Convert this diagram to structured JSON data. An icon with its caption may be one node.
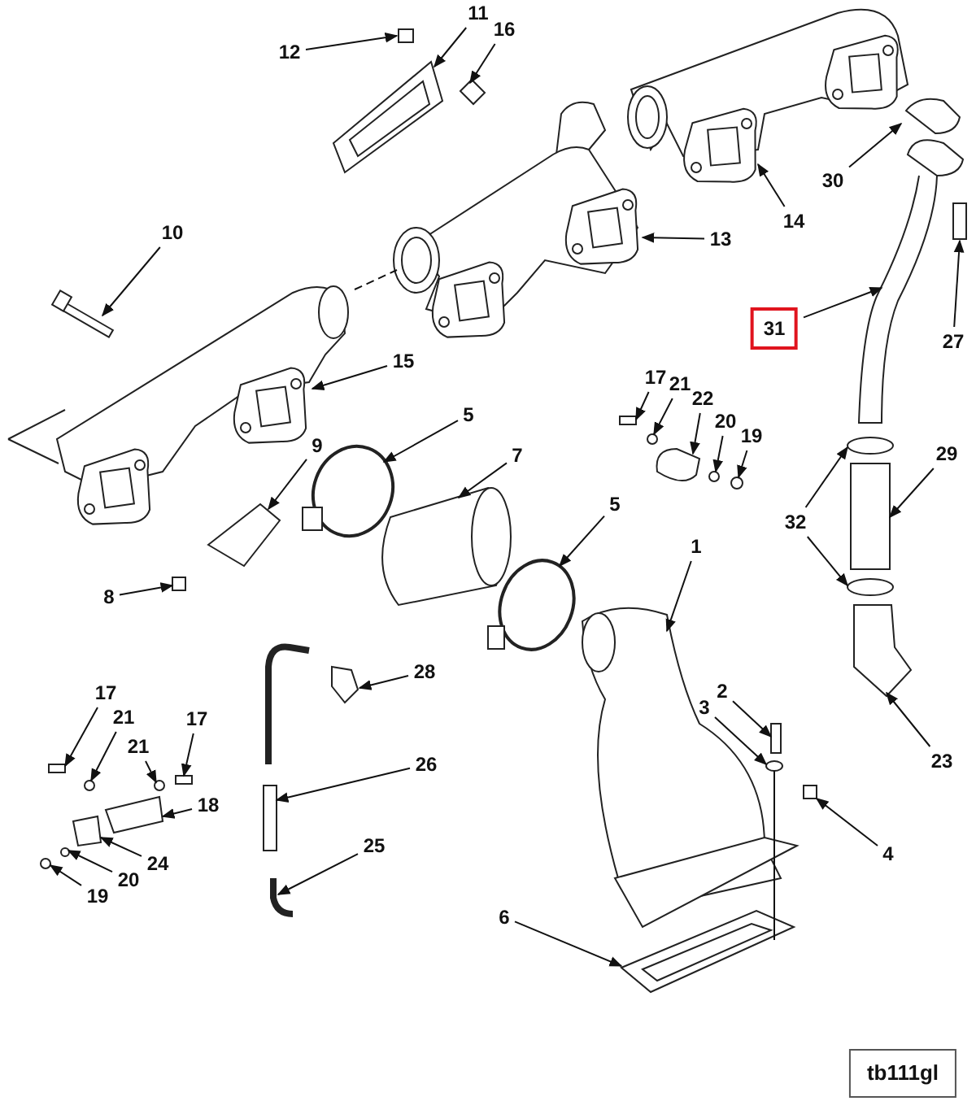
{
  "diagram": {
    "nodes": [
      {
        "text": [
          "11"
        ]
      },
      {
        "text": [
          "16"
        ]
      },
      {
        "text": [
          "12"
        ]
      },
      {
        "text": [
          "30"
        ]
      },
      {
        "text": [
          "14"
        ]
      },
      {
        "text": [
          "13"
        ]
      },
      {
        "text": [
          "10"
        ]
      },
      {
        "text": [
          "31"
        ]
      },
      {
        "text": [
          "27"
        ]
      },
      {
        "text": [
          "15"
        ]
      },
      {
        "text": [
          "17"
        ]
      },
      {
        "text": [
          "21"
        ]
      },
      {
        "text": [
          "22"
        ]
      },
      {
        "text": [
          "20"
        ]
      },
      {
        "text": [
          "19"
        ]
      },
      {
        "text": [
          "5"
        ]
      },
      {
        "text": [
          "9"
        ]
      },
      {
        "text": [
          "29"
        ]
      },
      {
        "text": [
          "7"
        ]
      },
      {
        "text": [
          "32"
        ]
      },
      {
        "text": [
          "5"
        ]
      },
      {
        "text": [
          "1"
        ]
      },
      {
        "text": [
          "8"
        ]
      },
      {
        "text": [
          "28"
        ]
      },
      {
        "text": [
          "17"
        ]
      },
      {
        "text": [
          "21"
        ]
      },
      {
        "text": [
          "17"
        ]
      },
      {
        "text": [
          "21"
        ]
      },
      {
        "text": [
          "2"
        ]
      },
      {
        "text": [
          "18"
        ]
      },
      {
        "text": [
          "3"
        ]
      },
      {
        "text": [
          "26"
        ]
      },
      {
        "text": [
          "4"
        ]
      },
      {
        "text": [
          "23"
        ]
      },
      {
        "text": [
          "24"
        ]
      },
      {
        "text": [
          "20"
        ]
      },
      {
        "text": [
          "19"
        ]
      },
      {
        "text": [
          "25"
        ]
      },
      {
        "text": [
          "6"
        ]
      },
      {
        "text": [
          "tb111gl"
        ]
      },
      {
        "text": [],
        "shape": "box"
      },
      {
        "text": [],
        "shape": "picture"
      },
      {
        "text": [],
        "shape": "picture"
      },
      {
        "text": [],
        "shape": "picture"
      },
      {
        "text": [],
        "shape": "picture"
      },
      {
        "text": [],
        "shape": "picture"
      },
      {
        "text": [],
        "shape": "box"
      },
      {
        "text": [],
        "shape": "picture"
      },
      {
        "text": [],
        "shape": "box"
      },
      {
        "text": [],
        "shape": "picture"
      },
      {
        "text": [],
        "shape": "box"
      },
      {
        "text": [],
        "shape": "circle"
      },
      {
        "text": [],
        "shape": "picture"
      },
      {
        "text": [],
        "shape": "circle"
      },
      {
        "text": [],
        "shape": "circle"
      },
      {
        "text": [],
        "shape": "circle"
      },
      {
        "text": [],
        "shape": "picture"
      },
      {
        "text": [],
        "shape": "box"
      },
      {
        "text": [],
        "shape": "picture"
      },
      {
        "text": [],
        "shape": "circle"
      },
      {
        "text": [],
        "shape": "circle"
      },
      {
        "text": [],
        "shape": "circle"
      },
      {
        "text": [],
        "shape": "picture"
      },
      {
        "text": [],
        "shape": "box"
      },
      {
        "text": [],
        "shape": "picture"
      },
      {
        "text": [],
        "shape": "box"
      },
      {
        "text": [],
        "shape": "circle"
      },
      {
        "text": [],
        "shape": "box"
      },
      {
        "text": [],
        "shape": "circle"
      },
      {
        "text": [],
        "shape": "box"
      },
      {
        "text": [],
        "shape": "picture"
      },
      {
        "text": [],
        "shape": "circle"
      },
      {
        "text": [],
        "shape": "picture"
      },
      {
        "text": [],
        "shape": "box"
      },
      {
        "text": [],
        "shape": "picture"
      },
      {
        "text": [],
        "shape": "box"
      },
      {
        "text": [],
        "shape": "circle"
      },
      {
        "text": [],
        "shape": "circle"
      },
      {
        "text": [],
        "shape": "picture"
      },
      {
        "text": [],
        "shape": "picture"
      },
      {
        "text": [],
        "shape": "picture"
      }
    ],
    "edges": [
      {
        "from": 0,
        "to": 41,
        "arrow": "to"
      },
      {
        "from": 1,
        "to": 42,
        "arrow": "to"
      },
      {
        "from": 2,
        "to": 40,
        "arrow": "to"
      },
      {
        "from": 3,
        "to": 44,
        "arrow": "to"
      },
      {
        "from": 4,
        "to": 43,
        "arrow": "to"
      },
      {
        "from": 5,
        "to": 47,
        "arrow": "to"
      },
      {
        "from": 6,
        "to": 48,
        "arrow": "to"
      },
      {
        "from": 7,
        "to": 45,
        "arrow": "to"
      },
      {
        "from": 8,
        "to": 46,
        "arrow": "to"
      },
      {
        "from": 9,
        "to": 49,
        "arrow": "to"
      },
      {
        "from": 10,
        "to": 50,
        "arrow": "to"
      },
      {
        "from": 11,
        "to": 51,
        "arrow": "to"
      },
      {
        "from": 12,
        "to": 52,
        "arrow": "to"
      },
      {
        "from": 13,
        "to": 53,
        "arrow": "to"
      },
      {
        "from": 14,
        "to": 54,
        "arrow": "to"
      },
      {
        "from": 15,
        "to": 55,
        "arrow": "to"
      },
      {
        "from": 16,
        "to": 56,
        "arrow": "to"
      },
      {
        "from": 17,
        "to": 57,
        "arrow": "to"
      },
      {
        "from": 18,
        "to": 58,
        "arrow": "to"
      },
      {
        "from": 19,
        "to": 59,
        "arrow": "to"
      },
      {
        "from": 19,
        "to": 60,
        "arrow": "to"
      },
      {
        "from": 20,
        "to": 61,
        "arrow": "to"
      },
      {
        "from": 21,
        "to": 62,
        "arrow": "to"
      },
      {
        "from": 22,
        "to": 63,
        "arrow": "to"
      },
      {
        "from": 23,
        "to": 64,
        "arrow": "to"
      },
      {
        "from": 24,
        "to": 65,
        "arrow": "to"
      },
      {
        "from": 25,
        "to": 66,
        "arrow": "to"
      },
      {
        "from": 26,
        "to": 67,
        "arrow": "to"
      },
      {
        "from": 27,
        "to": 68,
        "arrow": "to"
      },
      {
        "from": 28,
        "to": 69,
        "arrow": "to"
      },
      {
        "from": 29,
        "to": 70,
        "arrow": "to"
      },
      {
        "from": 30,
        "to": 71,
        "arrow": "to"
      },
      {
        "from": 31,
        "to": 72,
        "arrow": "to"
      },
      {
        "from": 32,
        "to": 73,
        "arrow": "to"
      },
      {
        "from": 33,
        "to": 74,
        "arrow": "to"
      },
      {
        "from": 34,
        "to": 75,
        "arrow": "to"
      },
      {
        "from": 35,
        "to": 76,
        "arrow": "to"
      },
      {
        "from": 36,
        "to": 77,
        "arrow": "to"
      },
      {
        "from": 37,
        "to": 78,
        "arrow": "to"
      },
      {
        "from": 38,
        "to": 79,
        "arrow": "to"
      },
      {
        "from": 49,
        "to": 47,
        "arrow": "none",
        "style": "dashed"
      },
      {
        "from": 71,
        "to": 79,
        "arrow": "none"
      }
    ]
  }
}
